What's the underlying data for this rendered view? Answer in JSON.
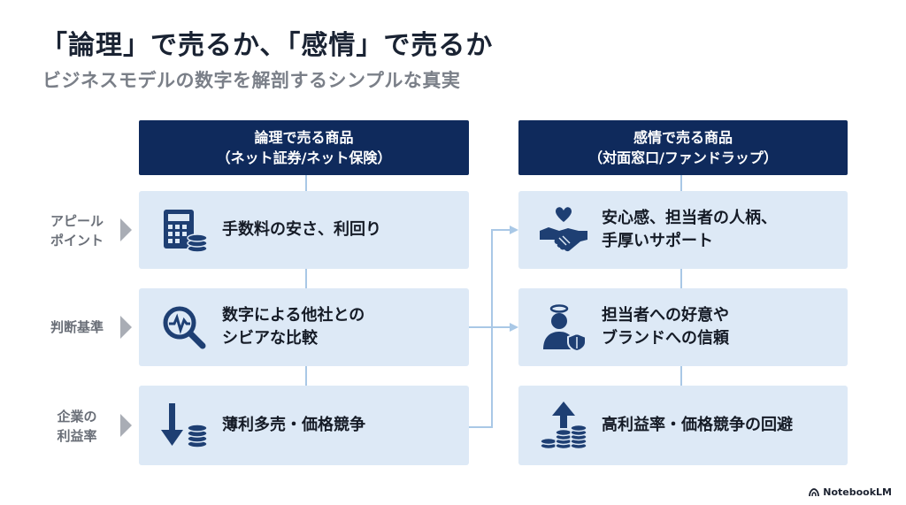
{
  "title": "「論理」で売るか、「感情」で売るか",
  "subtitle": "ビジネスモデルの数字を解剖するシンプルな真実",
  "columns": [
    {
      "header_line1": "論理で売る商品",
      "header_line2": "（ネット証券/ネット保険）"
    },
    {
      "header_line1": "感情で売る商品",
      "header_line2": "（対面窓口/ファンドラップ）"
    }
  ],
  "row_labels": [
    {
      "line1": "アピール",
      "line2": "ポイント"
    },
    {
      "line1": "判断基準",
      "line2": ""
    },
    {
      "line1": "企業の",
      "line2": "利益率"
    }
  ],
  "cards": {
    "logic": [
      {
        "line1": "手数料の安さ、利回り",
        "line2": "",
        "icon": "calculator-coins-icon"
      },
      {
        "line1": "数字による他社との",
        "line2": "シビアな比較",
        "icon": "magnifier-chart-icon"
      },
      {
        "line1": "薄利多売・価格競争",
        "line2": "",
        "icon": "down-arrow-coins-icon"
      }
    ],
    "emotion": [
      {
        "line1": "安心感、担当者の人柄、",
        "line2": "手厚いサポート",
        "icon": "handshake-heart-icon"
      },
      {
        "line1": "担当者への好意や",
        "line2": "ブランドへの信頼",
        "icon": "person-halo-shield-icon"
      },
      {
        "line1": "高利益率・価格競争の回避",
        "line2": "",
        "icon": "up-arrow-coins-icon"
      }
    ]
  },
  "brand": "NotebookLM",
  "colors": {
    "header": "#0f2a5c",
    "card": "#dde9f6",
    "icon": "#1e3f73",
    "connector": "#a9c8e6"
  }
}
